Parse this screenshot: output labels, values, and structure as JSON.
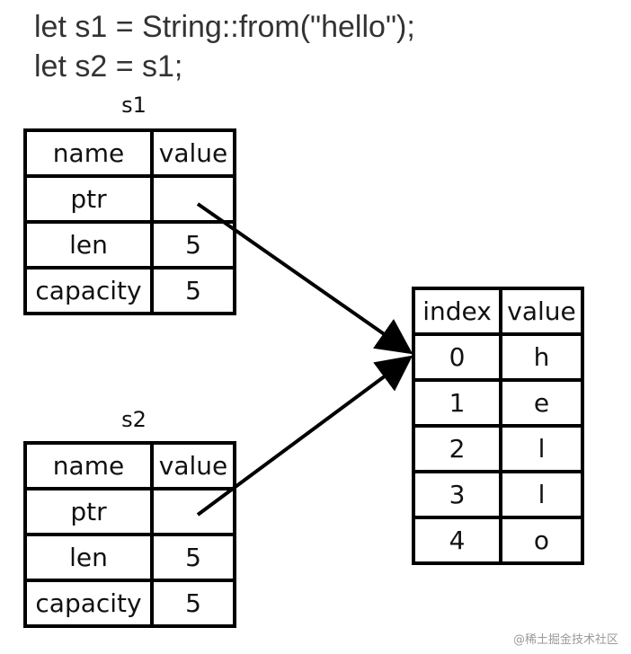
{
  "code": {
    "line1": "let s1 = String::from(\"hello\");",
    "line2": "let s2 = s1;"
  },
  "s1": {
    "label": "s1",
    "header": [
      "name",
      "value"
    ],
    "rows": [
      [
        "ptr",
        ""
      ],
      [
        "len",
        "5"
      ],
      [
        "capacity",
        "5"
      ]
    ]
  },
  "s2": {
    "label": "s2",
    "header": [
      "name",
      "value"
    ],
    "rows": [
      [
        "ptr",
        ""
      ],
      [
        "len",
        "5"
      ],
      [
        "capacity",
        "5"
      ]
    ]
  },
  "heap": {
    "header": [
      "index",
      "value"
    ],
    "rows": [
      [
        "0",
        "h"
      ],
      [
        "1",
        "e"
      ],
      [
        "2",
        "l"
      ],
      [
        "3",
        "l"
      ],
      [
        "4",
        "o"
      ]
    ]
  },
  "watermark": "@稀土掘金技术社区",
  "colors": {
    "line": "#000000",
    "text": "#111111",
    "code": "#333333",
    "watermark": "#9a9a9a"
  }
}
